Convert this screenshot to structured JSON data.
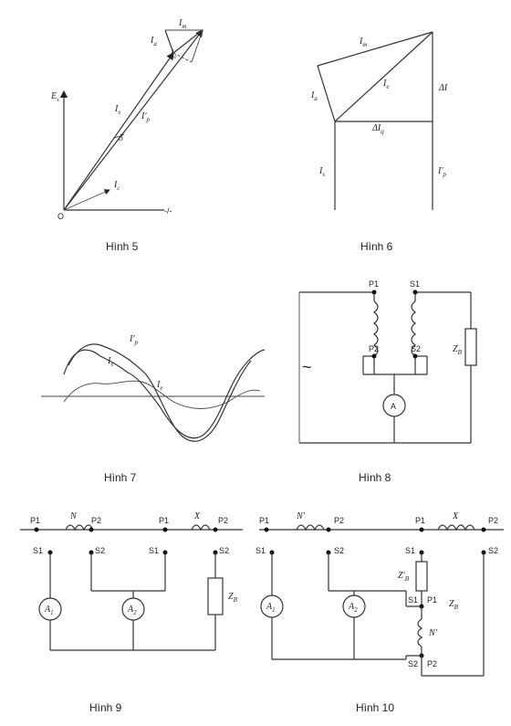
{
  "captions": {
    "fig5": "Hình 5",
    "fig6": "Hình 6",
    "fig7": "Hình 7",
    "fig8": "Hình 8",
    "fig9": "Hình 9",
    "fig10": "Hình 10"
  },
  "fig5": {
    "Es": "E",
    "Es_sub": "s",
    "origin": "O",
    "Is": "I",
    "Is_sub": "s",
    "Ie": "I",
    "Ie_sub": "e",
    "Ic": "I",
    "Ic_sub": "c",
    "Ia": "I",
    "Ia_sub": "a",
    "Im": "I",
    "Im_sub": "m",
    "Ip": "I'",
    "Ip_sub": "p",
    "delta": "δ",
    "phi": "-/-"
  },
  "fig6": {
    "Im": "I",
    "Im_sub": "m",
    "Ia": "I",
    "Ia_sub": "a",
    "Ie": "I",
    "Ie_sub": "e",
    "dI": "ΔI",
    "dIq": "ΔI",
    "dIq_sub": "q",
    "Is": "I",
    "Is_sub": "s",
    "Ip": "I'",
    "Ip_sub": "p"
  },
  "fig7": {
    "Ip": "I'",
    "Ip_sub": "p",
    "Is": "I",
    "Is_sub": "s",
    "Ie": "I",
    "Ie_sub": "e"
  },
  "fig8": {
    "P1": "P1",
    "S1": "S1",
    "P2": "P2",
    "S2": "S2",
    "A": "A",
    "ZB": "Z",
    "ZB_sub": "B",
    "source": "~"
  },
  "fig9": {
    "P1a": "P1",
    "N": "N",
    "P2a": "P2",
    "P1b": "P1",
    "X": "X",
    "P2b": "P2",
    "S1a": "S1",
    "S2a": "S2",
    "S1b": "S1",
    "S2b": "S2",
    "A1": "A",
    "A1_sub": "1",
    "A2": "A",
    "A2_sub": "2",
    "ZB": "Z",
    "ZB_sub": "B"
  },
  "fig10": {
    "P1a": "P1",
    "N": "N'",
    "P2a": "P2",
    "P1b": "P1",
    "X": "X",
    "P2b": "P2",
    "S1a": "S1",
    "S2a": "S2",
    "S1b": "S1",
    "S2b": "S2",
    "ZpB": "Z'",
    "ZpB_sub": "B",
    "ZB": "Z",
    "ZB_sub": "B",
    "S1c": "S1",
    "P1c": "P1",
    "Np": "N'",
    "S2c": "S2",
    "P2c": "P2",
    "A1": "A",
    "A1_sub": "1",
    "A2": "A",
    "A2_sub": "2"
  }
}
